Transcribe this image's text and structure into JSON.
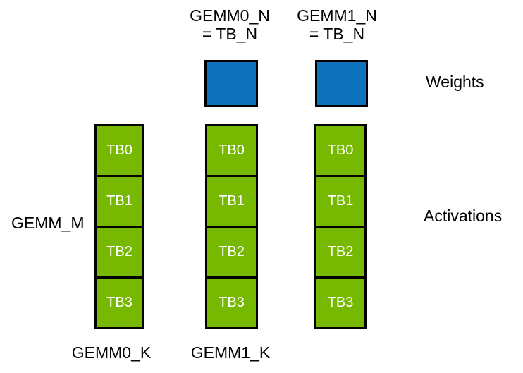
{
  "diagram": {
    "title_context": "GEMM thread-block tiling diagram",
    "colors": {
      "background": "#ffffff",
      "green": "#76b900",
      "blue": "#0e72bd",
      "border": "#000000",
      "text": "#000000",
      "cell_text": "#ffffff"
    },
    "top_labels": [
      {
        "line1": "GEMM0_N",
        "line2": "= TB_N"
      },
      {
        "line1": "GEMM1_N",
        "line2": "= TB_N"
      }
    ],
    "weight_blocks": [
      {
        "name": "gemm0-weight-tile"
      },
      {
        "name": "gemm1-weight-tile"
      }
    ],
    "columns": [
      {
        "name": "gemm-m-activation-column",
        "cells": [
          "TB0",
          "TB1",
          "TB2",
          "TB3"
        ]
      },
      {
        "name": "gemm0-k-activation-column",
        "cells": [
          "TB0",
          "TB1",
          "TB2",
          "TB3"
        ]
      },
      {
        "name": "gemm1-k-activation-column",
        "cells": [
          "TB0",
          "TB1",
          "TB2",
          "TB3"
        ]
      }
    ],
    "side_labels": {
      "weights": "Weights",
      "activations": "Activations",
      "gemm_m": "GEMM_M"
    },
    "bottom_labels": {
      "gemm0_k": "GEMM0_K",
      "gemm1_k": "GEMM1_K"
    }
  }
}
